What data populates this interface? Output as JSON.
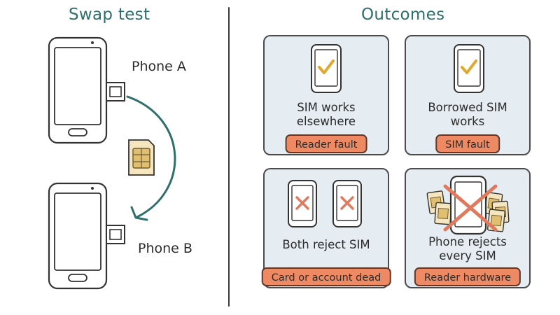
{
  "left": {
    "title": "Swap test",
    "phone_a_label": "Phone A",
    "phone_b_label": "Phone B"
  },
  "right": {
    "title": "Outcomes",
    "outcomes": [
      {
        "text": "SIM works\nelsewhere",
        "badge": "Reader fault",
        "icon": "check-icon"
      },
      {
        "text": "Borrowed SIM\nworks",
        "badge": "SIM fault",
        "icon": "check-icon"
      },
      {
        "text": "Both reject SIM",
        "badge": "Card or account dead",
        "icon": "x-icon"
      },
      {
        "text": "Phone rejects\nevery SIM",
        "badge": "Reader hardware",
        "icon": "x-icon"
      }
    ]
  },
  "colors": {
    "title": "#2e6f6c",
    "arrow": "#2e6f6c",
    "panel": "#e6edf2",
    "badge": "#ee8a63",
    "check": "#e0a82e",
    "cross": "#e07a5f",
    "sim": "#f5e6c0"
  }
}
